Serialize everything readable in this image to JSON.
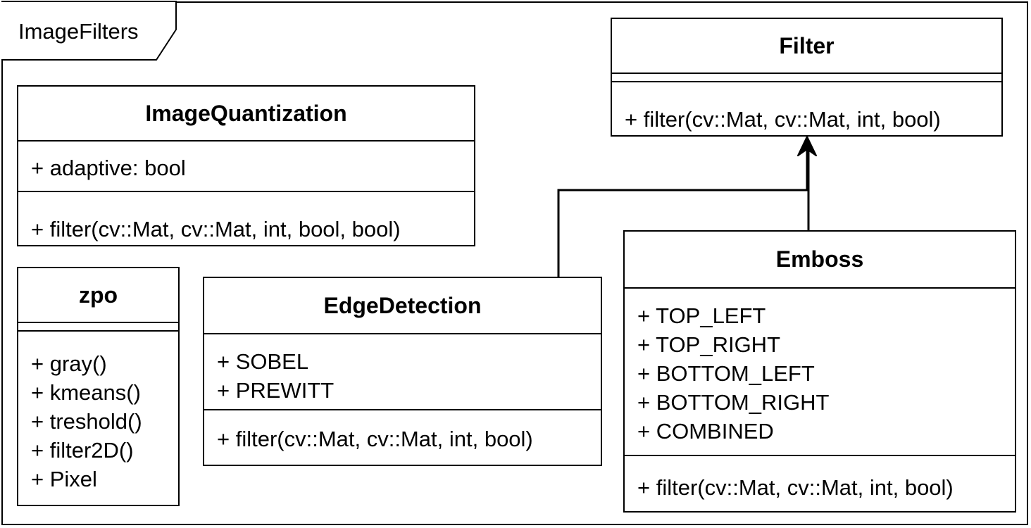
{
  "package": {
    "name": "ImageFilters"
  },
  "classes": {
    "filter": {
      "name": "Filter",
      "attributes": [],
      "operations": [
        "+ filter(cv::Mat, cv::Mat, int, bool)"
      ]
    },
    "image_quantization": {
      "name": "ImageQuantization",
      "attributes": [
        "+ adaptive: bool"
      ],
      "operations": [
        "+ filter(cv::Mat, cv::Mat, int, bool, bool)"
      ]
    },
    "zpo": {
      "name": "zpo",
      "attributes": [],
      "operations": [
        "+ gray()",
        "+ kmeans()",
        "+ treshold()",
        "+ filter2D()",
        "+ Pixel"
      ]
    },
    "edge_detection": {
      "name": "EdgeDetection",
      "attributes": [
        "+ SOBEL",
        "+ PREWITT"
      ],
      "operations": [
        "+ filter(cv::Mat, cv::Mat, int, bool)"
      ]
    },
    "emboss": {
      "name": "Emboss",
      "attributes": [
        "+ TOP_LEFT",
        "+ TOP_RIGHT",
        "+ BOTTOM_LEFT",
        "+ BOTTOM_RIGHT",
        "+ COMBINED"
      ],
      "operations": [
        "+ filter(cv::Mat, cv::Mat, int, bool)"
      ]
    }
  },
  "relations": [
    {
      "type": "generalization",
      "from": "EdgeDetection",
      "to": "Filter"
    },
    {
      "type": "generalization",
      "from": "Emboss",
      "to": "Filter"
    }
  ]
}
